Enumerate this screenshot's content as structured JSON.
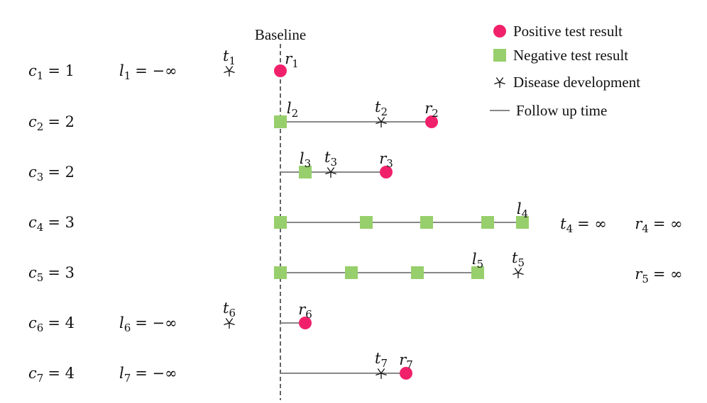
{
  "baseline_label": "Baseline",
  "colors": {
    "positive": "#f0216a",
    "negative": "#97cf6c",
    "follow_up": "#888888",
    "marker": "#111111"
  },
  "legend": [
    {
      "icon": "circle",
      "label": "Positive test result"
    },
    {
      "icon": "square",
      "label": "Negative test result"
    },
    {
      "icon": "star",
      "label": "Disease development"
    },
    {
      "icon": "line",
      "label": "Follow up time"
    }
  ],
  "rows": [
    {
      "c": {
        "var": "c",
        "sub": "1",
        "rhs": "= 1"
      },
      "left": {
        "var": "l",
        "sub": "1",
        "rhs": "= −∞"
      },
      "right": [],
      "events": [
        {
          "type": "star",
          "label": "t",
          "sub": "1"
        },
        {
          "type": "circle",
          "label": "r",
          "sub": "1"
        }
      ]
    },
    {
      "c": {
        "var": "c",
        "sub": "2",
        "rhs": "= 2"
      },
      "left": null,
      "right": [],
      "events": [
        {
          "type": "square",
          "label": "l",
          "sub": "2"
        },
        {
          "type": "star",
          "label": "t",
          "sub": "2"
        },
        {
          "type": "circle",
          "label": "r",
          "sub": "2"
        }
      ]
    },
    {
      "c": {
        "var": "c",
        "sub": "3",
        "rhs": "= 2"
      },
      "left": null,
      "right": [],
      "events": [
        {
          "type": "square",
          "label": "l",
          "sub": "3"
        },
        {
          "type": "star",
          "label": "t",
          "sub": "3"
        },
        {
          "type": "circle",
          "label": "r",
          "sub": "3"
        }
      ]
    },
    {
      "c": {
        "var": "c",
        "sub": "4",
        "rhs": "= 3"
      },
      "left": null,
      "right": [
        {
          "var": "t",
          "sub": "4",
          "rhs": "= ∞"
        },
        {
          "var": "r",
          "sub": "4",
          "rhs": "= ∞"
        }
      ],
      "events": [
        {
          "type": "square"
        },
        {
          "type": "square"
        },
        {
          "type": "square"
        },
        {
          "type": "square"
        },
        {
          "type": "square",
          "label": "l",
          "sub": "4"
        }
      ]
    },
    {
      "c": {
        "var": "c",
        "sub": "5",
        "rhs": "= 3"
      },
      "left": null,
      "right": [
        {
          "var": "r",
          "sub": "5",
          "rhs": "= ∞"
        }
      ],
      "events": [
        {
          "type": "square"
        },
        {
          "type": "square"
        },
        {
          "type": "square"
        },
        {
          "type": "square",
          "label": "l",
          "sub": "5"
        },
        {
          "type": "star",
          "label": "t",
          "sub": "5"
        }
      ]
    },
    {
      "c": {
        "var": "c",
        "sub": "6",
        "rhs": "= 4"
      },
      "left": {
        "var": "l",
        "sub": "6",
        "rhs": "= −∞"
      },
      "right": [],
      "events": [
        {
          "type": "star",
          "label": "t",
          "sub": "6"
        },
        {
          "type": "circle",
          "label": "r",
          "sub": "6"
        }
      ]
    },
    {
      "c": {
        "var": "c",
        "sub": "7",
        "rhs": "= 4"
      },
      "left": {
        "var": "l",
        "sub": "7",
        "rhs": "= −∞"
      },
      "right": [],
      "events": [
        {
          "type": "star",
          "label": "t",
          "sub": "7"
        },
        {
          "type": "circle",
          "label": "r",
          "sub": "7"
        }
      ]
    }
  ]
}
